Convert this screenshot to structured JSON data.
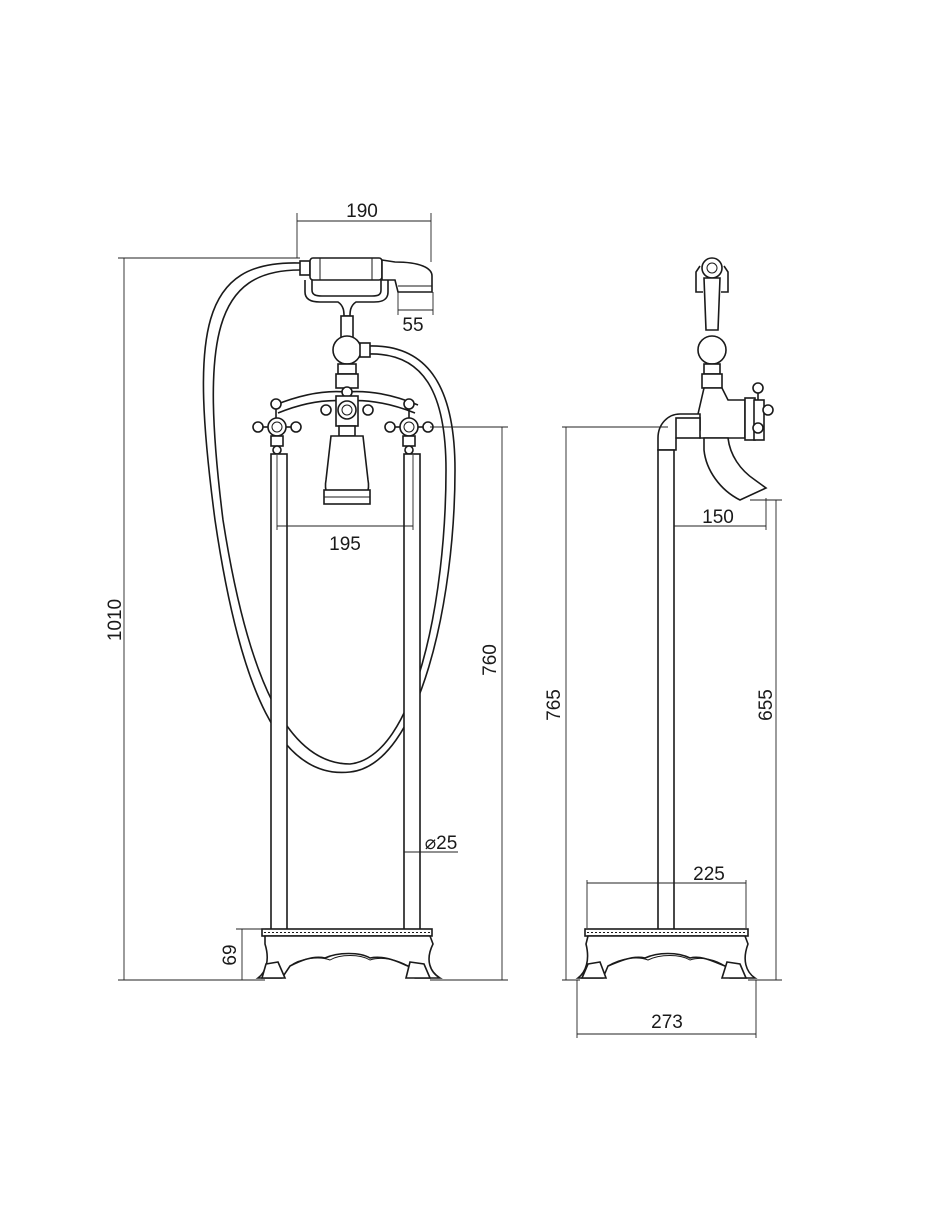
{
  "front_view": {
    "dimensions": {
      "handset_width": "190",
      "shower_head_depth": "55",
      "handle_spacing": "195",
      "total_height": "1010",
      "spout_height": "760",
      "pipe_diameter": "⌀25",
      "base_height": "69"
    }
  },
  "side_view": {
    "dimensions": {
      "spout_reach": "150",
      "outlet_height": "765",
      "spout_outlet_height": "655",
      "base_top_width": "225",
      "base_bottom_width": "273"
    }
  },
  "colors": {
    "line": "#1a1a1a",
    "background": "#ffffff"
  }
}
